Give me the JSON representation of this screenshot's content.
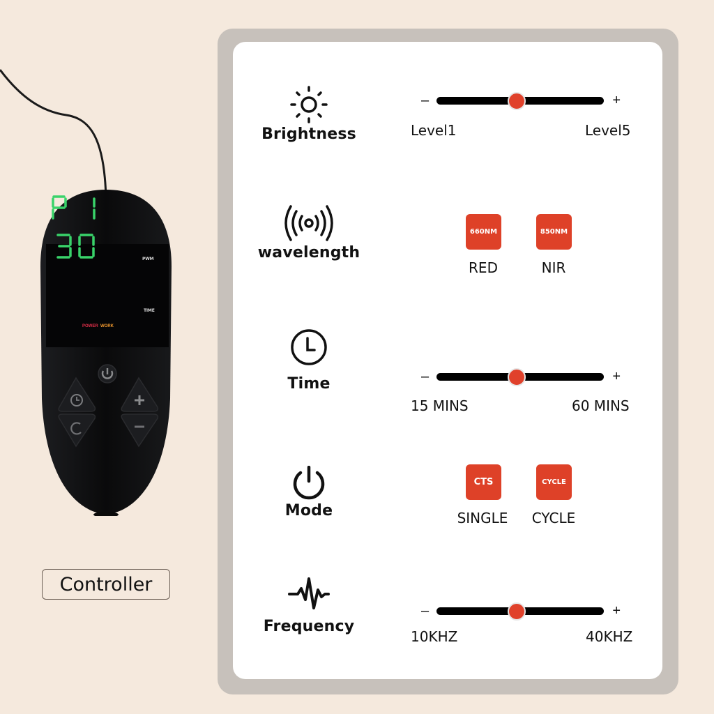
{
  "device": {
    "caption": "Controller",
    "display": {
      "program": "P1",
      "program_label": "PWM",
      "time": "30",
      "time_label": "TIME",
      "indicator_power": "POWER",
      "indicator_work": "WORK",
      "digit_color": "#39d36a"
    },
    "buttons": [
      {
        "name": "power-button",
        "icon": "power-icon"
      },
      {
        "name": "timer-button",
        "icon": "clock-icon"
      },
      {
        "name": "mode-button",
        "icon": "cycle-icon"
      },
      {
        "name": "increase-button",
        "icon": "plus-icon"
      },
      {
        "name": "decrease-button",
        "icon": "minus-icon"
      }
    ]
  },
  "panel": {
    "features": [
      {
        "name": "Brightness",
        "icon": "sun-icon",
        "control": "slider",
        "minus": "–",
        "plus": "+",
        "min_label": "Level1",
        "max_label": "Level5",
        "knob_position": 0.48
      },
      {
        "name": "wavelength",
        "icon": "signal-waves-icon",
        "control": "badges",
        "options": [
          {
            "badge": "660NM",
            "label": "RED"
          },
          {
            "badge": "850NM",
            "label": "NIR"
          }
        ]
      },
      {
        "name": "Time",
        "icon": "clock-icon",
        "control": "slider",
        "minus": "–",
        "plus": "+",
        "min_label": "15 MINS",
        "max_label": "60 MINS",
        "knob_position": 0.48
      },
      {
        "name": "Mode",
        "icon": "power-icon",
        "control": "badges",
        "options": [
          {
            "badge": "CTS",
            "label": "SINGLE"
          },
          {
            "badge": "CYCLE",
            "label": "CYCLE"
          }
        ]
      },
      {
        "name": "Frequency",
        "icon": "pulse-icon",
        "control": "slider",
        "minus": "–",
        "plus": "+",
        "min_label": "10KHZ",
        "max_label": "40KHZ",
        "knob_position": 0.48
      }
    ]
  },
  "colors": {
    "background": "#f5e9dd",
    "panel_border": "#c7c1bb",
    "accent_red": "#de4128",
    "device_black": "#0b0b0c"
  }
}
